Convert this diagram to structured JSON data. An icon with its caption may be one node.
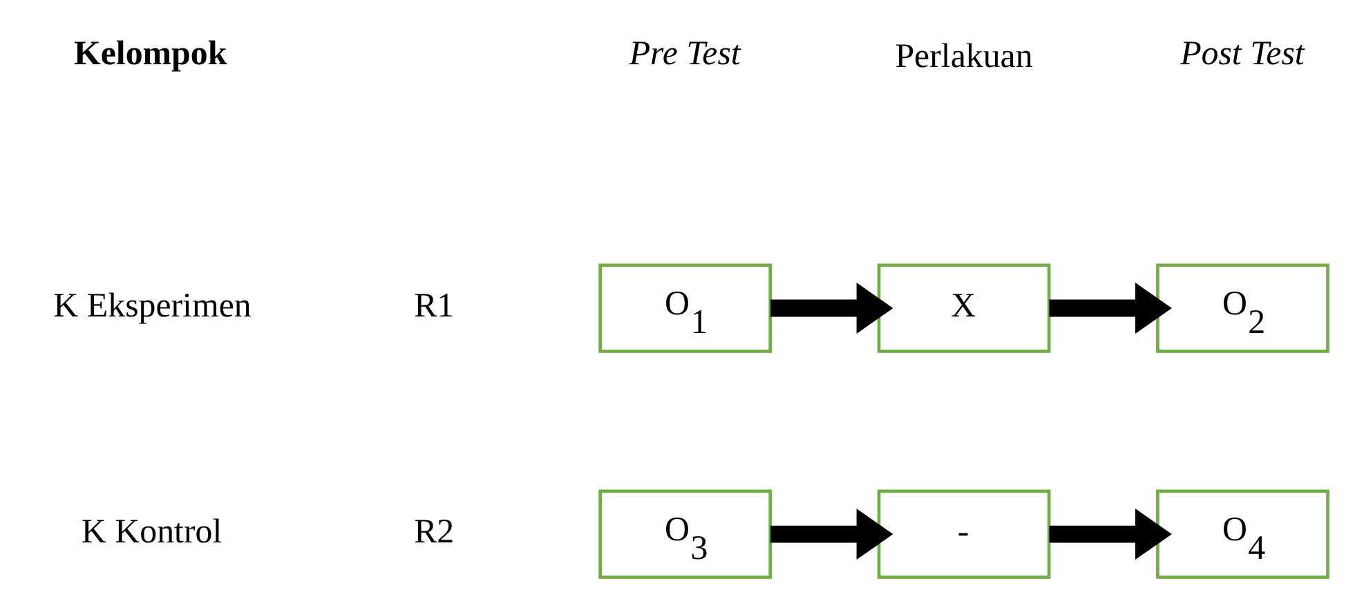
{
  "diagram": {
    "nodes": [
      {
        "text": [
          "O$_{1}$"
        ]
      },
      {
        "text": [
          "X"
        ]
      },
      {
        "text": [
          "O$_{2}$"
        ]
      },
      {
        "text": [
          "O$_{3}$"
        ]
      },
      {
        "text": [
          "-"
        ]
      },
      {
        "text": [
          "O$_{4}$"
        ]
      }
    ],
    "edges": [
      {
        "from": 0,
        "to": 1,
        "arrow": "to"
      },
      {
        "from": 1,
        "to": 2,
        "arrow": "to"
      },
      {
        "from": 3,
        "to": 4,
        "arrow": "to"
      },
      {
        "from": 4,
        "to": 5,
        "arrow": "to"
      }
    ],
    "labels": [
      "Kelompok",
      "Pre Test",
      "Perlakuan",
      "Post Test",
      "K Eksperimen",
      "R1",
      "K Kontrol",
      "R2"
    ]
  }
}
